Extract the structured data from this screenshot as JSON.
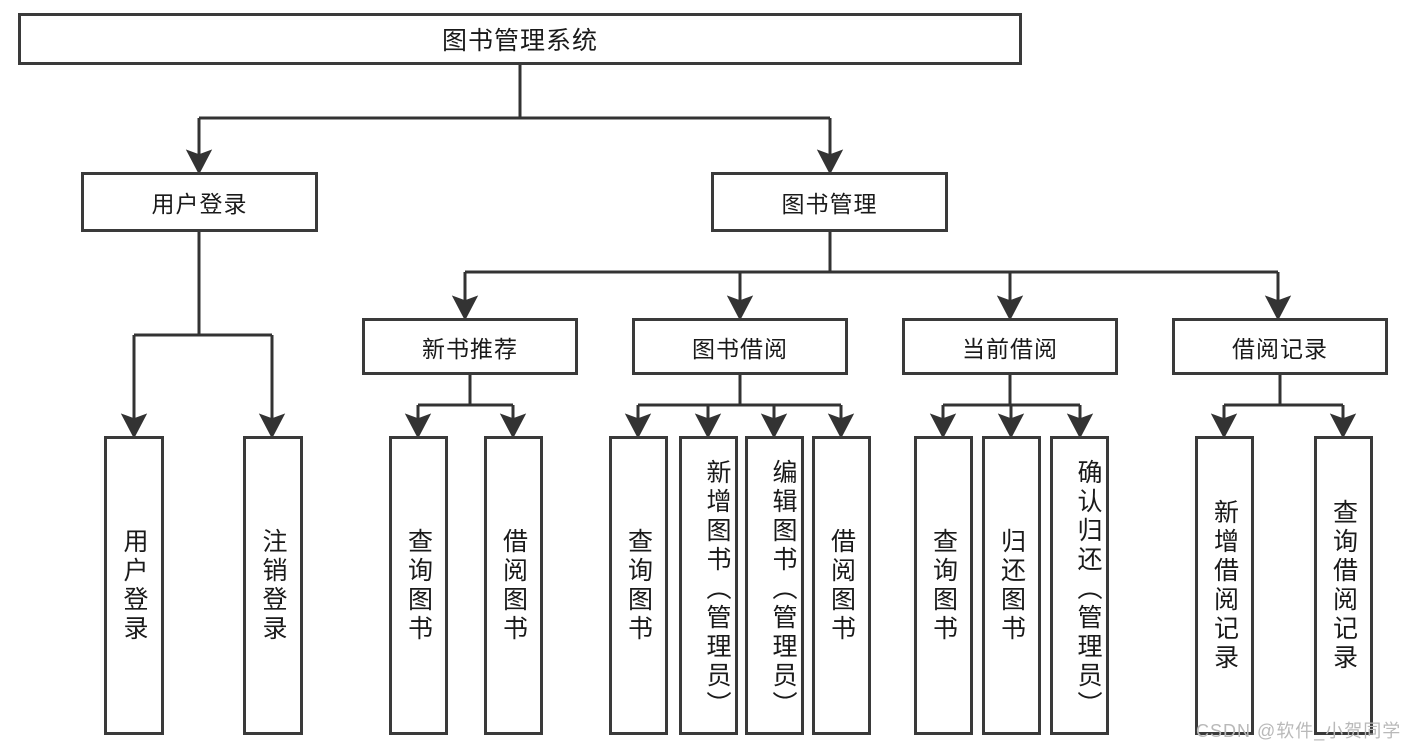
{
  "diagram": {
    "type": "tree-hierarchy-diagram",
    "title": "图书管理系统",
    "watermark": "CSDN @软件_小贺同学",
    "colors": {
      "border": "#3a3a3a",
      "background": "#ffffff",
      "text": "#1a1a1a",
      "connector": "#333333",
      "watermark": "#b9b9b9"
    },
    "nodes": {
      "root": {
        "label": "图书管理系统"
      },
      "level2": [
        {
          "id": "user-login",
          "label": "用户登录"
        },
        {
          "id": "book-management",
          "label": "图书管理"
        }
      ],
      "level3": [
        {
          "id": "new-book-recommend",
          "label": "新书推荐"
        },
        {
          "id": "book-borrow",
          "label": "图书借阅"
        },
        {
          "id": "current-borrow",
          "label": "当前借阅"
        },
        {
          "id": "borrow-record",
          "label": "借阅记录"
        }
      ],
      "leaves": {
        "user-login": [
          {
            "id": "leaf-user-login",
            "label": "用户登录"
          },
          {
            "id": "leaf-user-logout",
            "label": "注销登录"
          }
        ],
        "new-book-recommend": [
          {
            "id": "leaf-query-book-1",
            "label": "查询图书"
          },
          {
            "id": "leaf-borrow-book-1",
            "label": "借阅图书"
          }
        ],
        "book-borrow": [
          {
            "id": "leaf-query-book-2",
            "label": "查询图书"
          },
          {
            "id": "leaf-add-book",
            "label": "新增图书（管理员）"
          },
          {
            "id": "leaf-edit-book",
            "label": "编辑图书（管理员）"
          },
          {
            "id": "leaf-borrow-book-2",
            "label": "借阅图书"
          }
        ],
        "current-borrow": [
          {
            "id": "leaf-query-book-3",
            "label": "查询图书"
          },
          {
            "id": "leaf-return-book",
            "label": "归还图书"
          },
          {
            "id": "leaf-confirm-return",
            "label": "确认归还（管理员）"
          }
        ],
        "borrow-record": [
          {
            "id": "leaf-add-record",
            "label": "新增借阅记录"
          },
          {
            "id": "leaf-query-record",
            "label": "查询借阅记录"
          }
        ]
      }
    }
  }
}
